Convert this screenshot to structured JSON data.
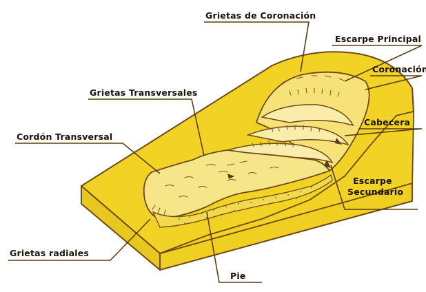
{
  "labels": {
    "grietas_coronacion": "Grietas de Coronación",
    "escarpe_principal": "Escarpe Principal",
    "coronacion": "Coronación",
    "grietas_transversales": "Grietas Transversales",
    "cabecera": "Cabecera",
    "cordon_transversal": "Cordón Transversal",
    "escarpe_secundario_1": "Escarpe",
    "escarpe_secundario_2": "Secundario",
    "grietas_radiales": "Grietas radiales",
    "pie": "Pie"
  },
  "colors": {
    "terrain": "#f2d325",
    "terrain_dark": "#e4c21a",
    "slide_body": "#f7e58a",
    "slide_light": "#fbeeb0",
    "outline": "#6b4a17",
    "leader": "#5a3d12"
  }
}
